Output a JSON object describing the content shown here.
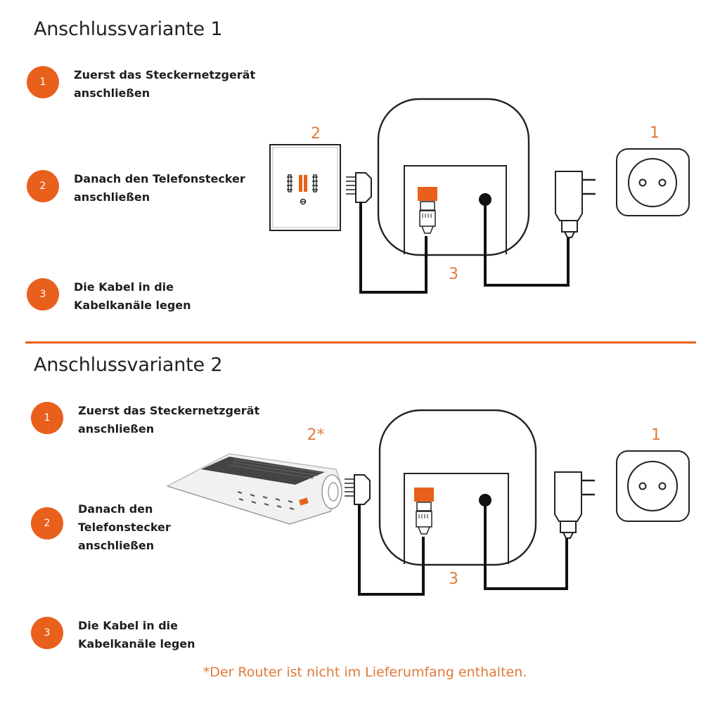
{
  "variant1": {
    "title": "Anschlussvariante 1",
    "steps": [
      {
        "number": "1",
        "text": "Zuerst das Steckernetzgerät\nanschließen"
      },
      {
        "number": "2",
        "text": "Danach den Telefonstecker\nanschließen"
      },
      {
        "number": "3",
        "text": "Die Kabel in die\nKabelkanäle legen"
      }
    ],
    "diagram_labels": {
      "wall_jack": "2",
      "power_outlet": "1",
      "cable_channel": "3"
    }
  },
  "variant2": {
    "title": "Anschlussvariante 2",
    "steps": [
      {
        "number": "1",
        "text": "Zuerst das Steckernetzgerät\nanschließen"
      },
      {
        "number": "2",
        "text": "Danach den\nTelefonstecker\nanschließen"
      },
      {
        "number": "3",
        "text": "Die Kabel in die\nKabelkanäle legen"
      }
    ],
    "diagram_labels": {
      "router": "2*",
      "power_outlet": "1",
      "cable_channel": "3"
    }
  },
  "footnote": "*Der Router ist nicht im Lieferumfang enthalten.",
  "colors": {
    "accent": "#e8601c",
    "label": "#e07a3a",
    "line": "#111111"
  }
}
